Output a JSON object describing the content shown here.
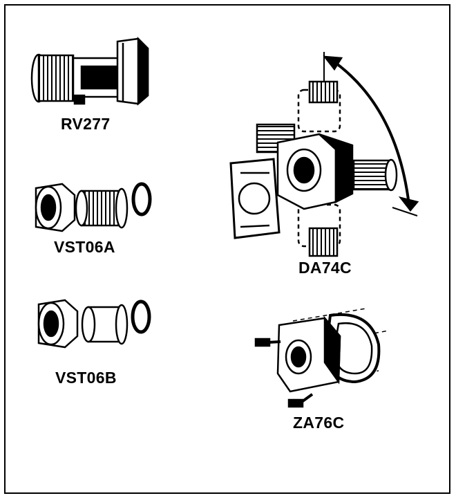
{
  "parts": [
    {
      "id": "rv277",
      "label": "RV277"
    },
    {
      "id": "vst06a",
      "label": "VST06A"
    },
    {
      "id": "vst06b",
      "label": "VST06B"
    },
    {
      "id": "da74c",
      "label": "DA74C"
    },
    {
      "id": "za76c",
      "label": "ZA76C"
    }
  ],
  "colors": {
    "ink": "#000000",
    "paper": "#ffffff"
  }
}
